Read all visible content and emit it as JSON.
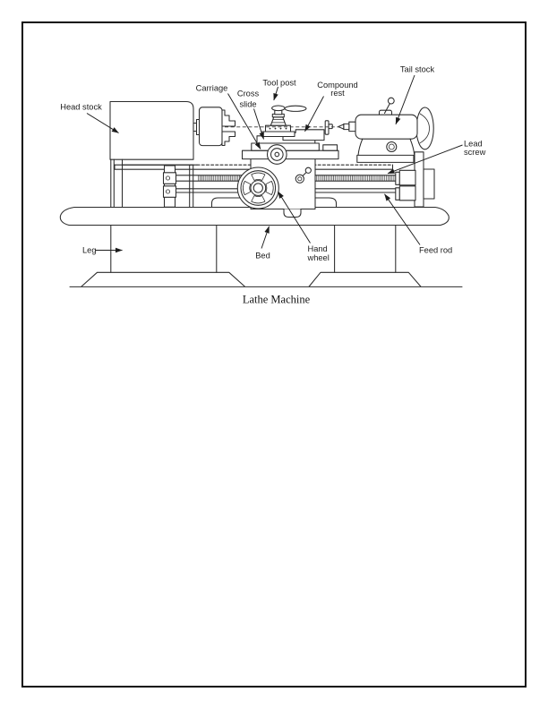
{
  "diagram": {
    "caption": "Lathe Machine",
    "labels": {
      "head_stock": "Head stock",
      "carriage": "Carriage",
      "cross_slide_line1": "Cross",
      "cross_slide_line2": "slide",
      "tool_post": "Tool post",
      "compound_rest_line1": "Compound",
      "compound_rest_line2": "rest",
      "tail_stock": "Tail stock",
      "lead_screw_line1": "Lead",
      "lead_screw_line2": "screw",
      "feed_rod": "Feed rod",
      "hand_wheel_line1": "Hand",
      "hand_wheel_line2": "wheel",
      "bed": "Bed",
      "leg": "Leg"
    },
    "colors": {
      "ink": "#2b2b2b",
      "label_text": "#1c1c1c",
      "page_border": "#0b0b0b",
      "paper": "#ffffff"
    }
  }
}
